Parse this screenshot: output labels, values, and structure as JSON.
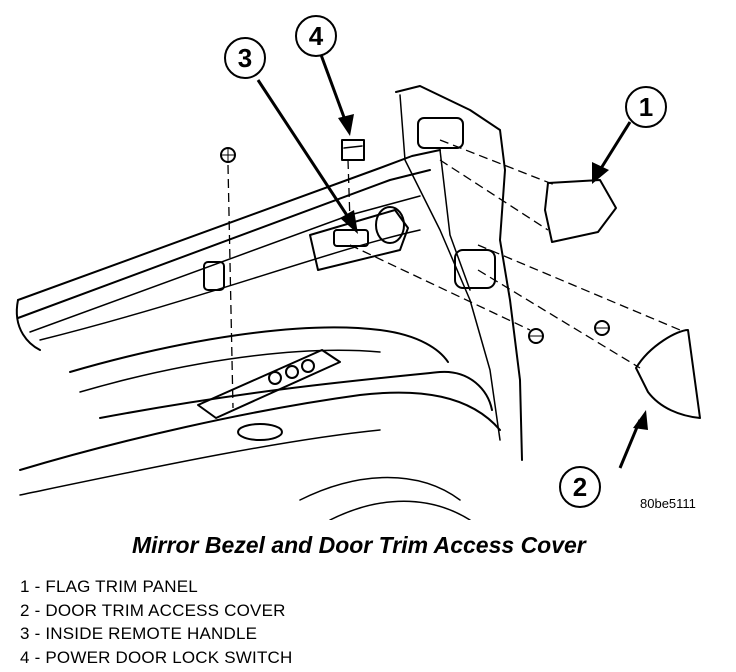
{
  "diagram": {
    "image_code": "80be5111",
    "title": "Mirror Bezel and Door Trim Access Cover",
    "callouts": [
      {
        "number": "1"
      },
      {
        "number": "2"
      },
      {
        "number": "3"
      },
      {
        "number": "4"
      }
    ],
    "legend": [
      "1 - FLAG TRIM PANEL",
      "2 - DOOR TRIM ACCESS COVER",
      "3 - INSIDE REMOTE HANDLE",
      "4 - POWER DOOR LOCK SWITCH"
    ]
  }
}
